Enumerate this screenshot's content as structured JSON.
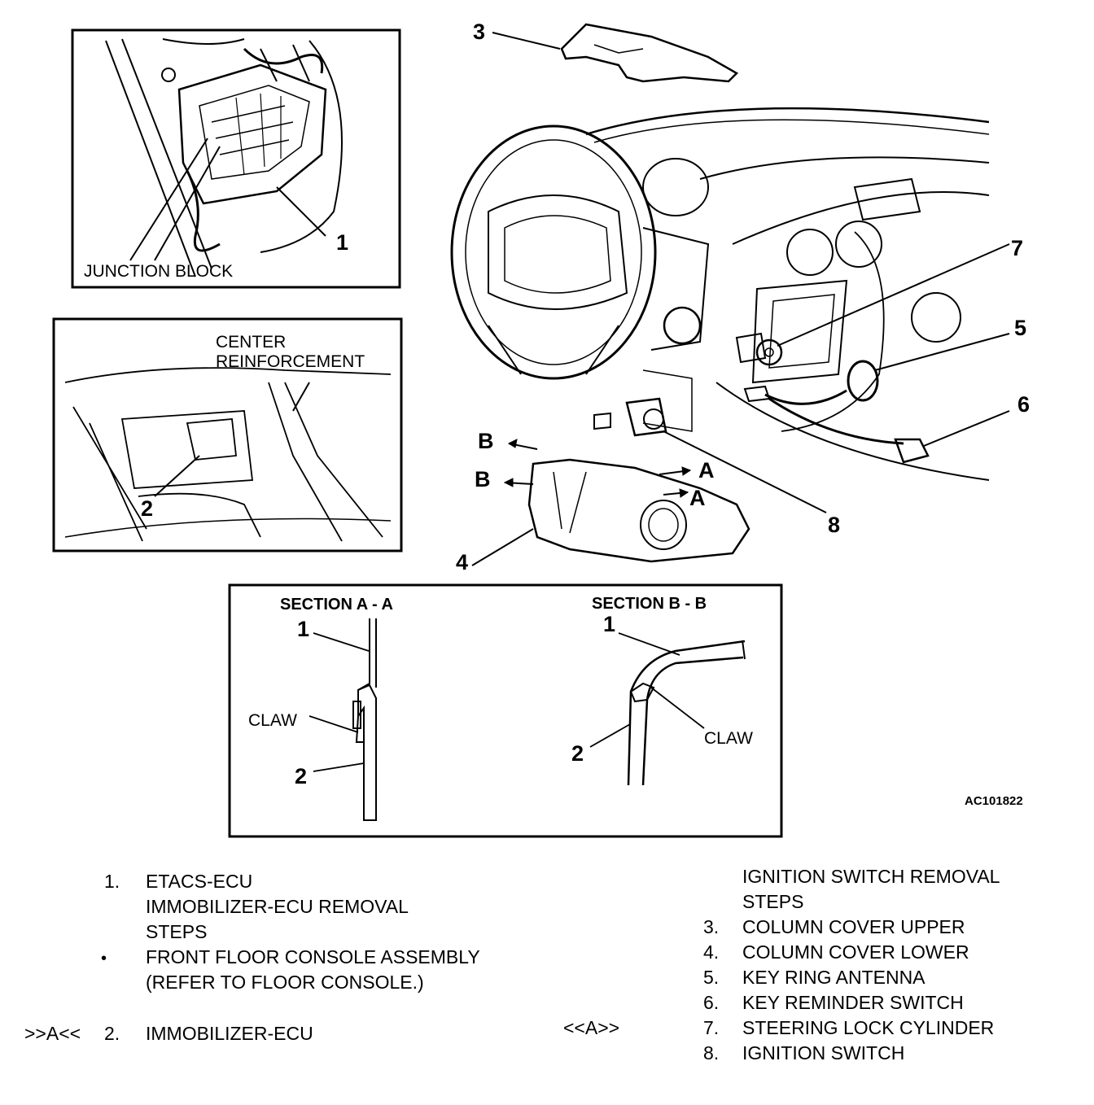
{
  "diagram": {
    "inset_junction": {
      "caption": "JUNCTION BLOCK",
      "callout": "1"
    },
    "inset_center": {
      "caption_line1": "CENTER",
      "caption_line2": "REINFORCEMENT",
      "callout": "2"
    },
    "main_callouts": [
      "3",
      "7",
      "5",
      "6",
      "8",
      "4"
    ],
    "section_markers": {
      "b1": "B",
      "b2": "B",
      "a1": "A",
      "a2": "A"
    },
    "section_aa": {
      "title": "SECTION A - A",
      "n1": "1",
      "claw": "CLAW",
      "n2": "2"
    },
    "section_bb": {
      "title": "SECTION B - B",
      "n1": "1",
      "claw": "CLAW",
      "n2": "2"
    },
    "figure_code": "AC101822"
  },
  "legend_left": {
    "item1_num": "1.",
    "item1_label": "ETACS-ECU",
    "heading_line1": "IMMOBILIZER-ECU REMOVAL",
    "heading_line2": "STEPS",
    "bullet": "•",
    "item_console_line1": "FRONT FLOOR CONSOLE ASSEMBLY",
    "item_console_line2": "(REFER TO FLOOR CONSOLE.)",
    "item2_marker": ">>A<<",
    "item2_num": "2.",
    "item2_label": "IMMOBILIZER-ECU"
  },
  "legend_right": {
    "heading_line1": "IGNITION SWITCH REMOVAL",
    "heading_line2": "STEPS",
    "marker": "<<A>>",
    "items": [
      {
        "num": "3.",
        "label": "COLUMN COVER UPPER"
      },
      {
        "num": "4.",
        "label": "COLUMN COVER LOWER"
      },
      {
        "num": "5.",
        "label": "KEY RING ANTENNA"
      },
      {
        "num": "6.",
        "label": "KEY REMINDER SWITCH"
      },
      {
        "num": "7.",
        "label": "STEERING LOCK CYLINDER"
      },
      {
        "num": "8.",
        "label": "IGNITION SWITCH"
      }
    ]
  }
}
